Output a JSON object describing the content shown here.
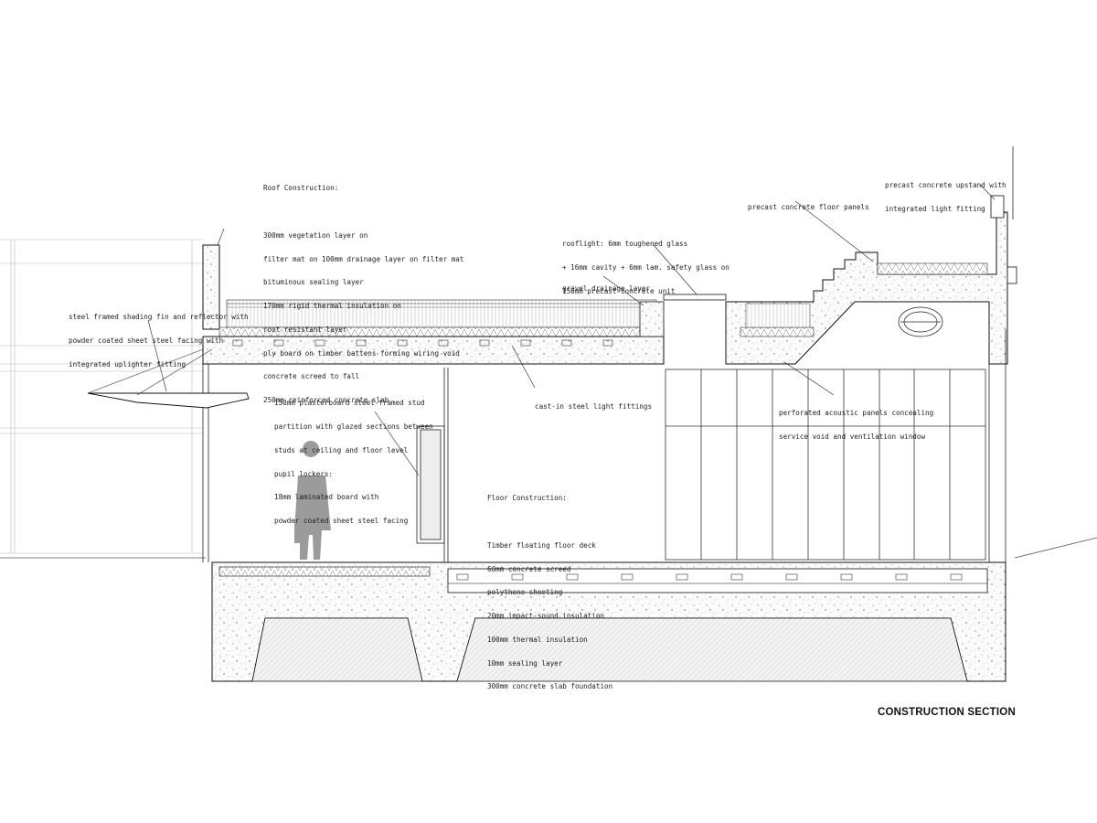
{
  "notes": {
    "roof_heading": "Roof Construction:",
    "roof_lines": [
      "300mm vegetation layer on",
      "filter mat on 100mm drainage layer on filter mat",
      "bituminous sealing layer",
      "170mm rigid thermal insulation on",
      "root resistant layer",
      "ply board on timber battens forming wiring void",
      "concrete screed to fall",
      "250mm reinforced concrete slab"
    ],
    "upstand": [
      "precast concrete upstand with",
      "integrated light fitting"
    ],
    "floor_panels": "precast concrete floor panels",
    "rooflight": [
      "rooflight: 6mm toughened glass",
      "+ 16mm cavity + 6mm lam. safety glass on",
      "150mm precast concrete unit"
    ],
    "gravel": "gravel drainage layer",
    "shading_fin": [
      "steel framed shading fin and reflector with",
      "powder coated sheet steel facing with",
      "integrated uplighter fitting"
    ],
    "partition": [
      "150mm plasterboard steel-framed stud",
      "partition with glazed sections between",
      "studs at ceiling and floor level",
      "pupil lockers:",
      "18mm laminated board with",
      "powder coated sheet steel facing"
    ],
    "cast_in": "cast-in steel light fittings",
    "acoustic": [
      "perforated acoustic panels concealing",
      "service void and ventilation window"
    ],
    "floor_heading": "Floor Construction:",
    "floor_lines": [
      "Timber floating floor deck",
      "60mm concrete screed",
      "polythene sheeting",
      "20mm impact-sound insulation",
      "100mm thermal insulation",
      "10mm sealing layer",
      "300mm concrete slab foundation"
    ]
  },
  "title": "CONSTRUCTION SECTION"
}
